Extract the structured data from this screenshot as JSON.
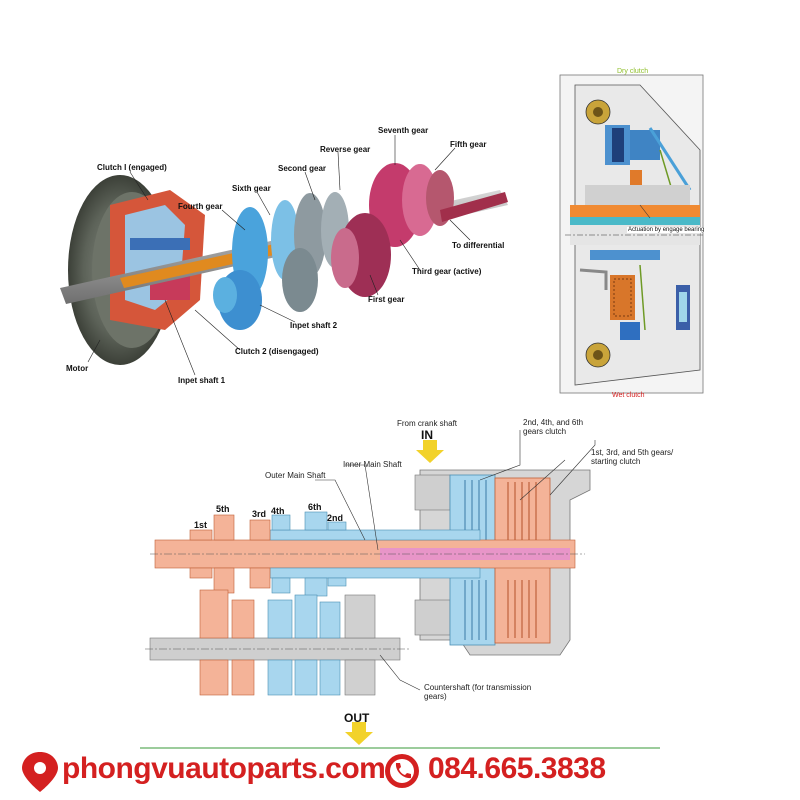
{
  "top_left": {
    "labels": {
      "clutch1": "Clutch I (engaged)",
      "fourth_gear": "Fourth gear",
      "sixth_gear": "Sixth gear",
      "second_gear": "Second gear",
      "reverse_gear": "Reverse gear",
      "seventh_gear": "Seventh gear",
      "fifth_gear": "Fifth gear",
      "to_differential": "To differential",
      "third_gear": "Third gear (active)",
      "first_gear": "First gear",
      "input_shaft2": "Inpet shaft 2",
      "clutch2": "Clutch 2 (disengaged)",
      "motor": "Motor",
      "input_shaft1": "Inpet shaft 1"
    }
  },
  "top_right": {
    "dry_clutch": "Dry clutch",
    "actuation": "Actuation by engage bearing",
    "wet_clutch": "Wet clutch",
    "colors": {
      "dry": "#8fbf2a",
      "wet": "#d42020"
    }
  },
  "bottom": {
    "from_crank": "From crank shaft",
    "in": "IN",
    "out": "OUT",
    "outer_main_shaft": "Outer Main Shaft",
    "inner_main_shaft": "Inner Main Shaft",
    "clutch_246": "2nd, 4th, and 6th gears clutch",
    "clutch_135": "1st, 3rd, and 5th gears/ starting clutch",
    "countershaft": "Countershaft (for transmission gears)",
    "gears": {
      "g1": "1st",
      "g5": "5th",
      "g3": "3rd",
      "g4": "4th",
      "g6": "6th",
      "g2": "2nd"
    },
    "colors": {
      "odd": "#f2a27e",
      "even": "#8ecbe8",
      "case": "#c8c8c8"
    }
  },
  "footer": {
    "website": "phongvuautoparts.com",
    "phone": "084.665.3838",
    "accent": "#d42020",
    "logo_icon": "map-pin-icon",
    "phone_icon": "phone-icon"
  }
}
